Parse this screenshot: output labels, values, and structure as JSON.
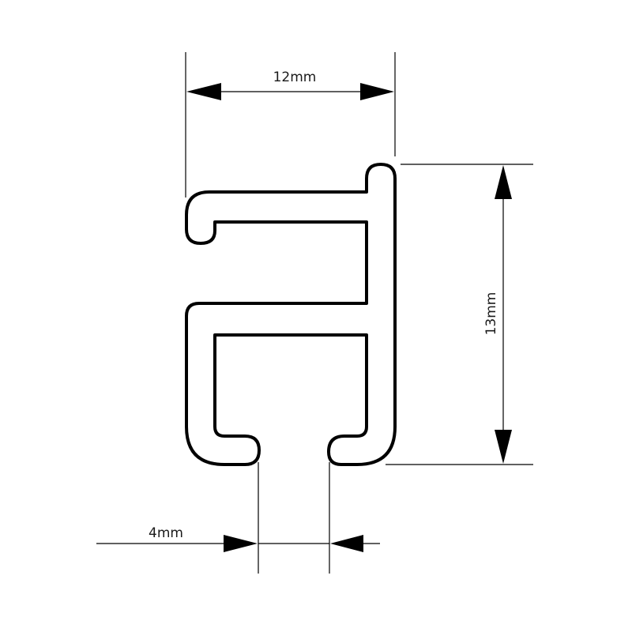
{
  "diagram": {
    "dimensions": {
      "width": {
        "label": "12mm"
      },
      "height": {
        "label": "13mm"
      },
      "slot": {
        "label": "4mm"
      }
    },
    "colors": {
      "stroke": "#000000",
      "background": "#ffffff",
      "text": "#1a1a1a"
    }
  }
}
